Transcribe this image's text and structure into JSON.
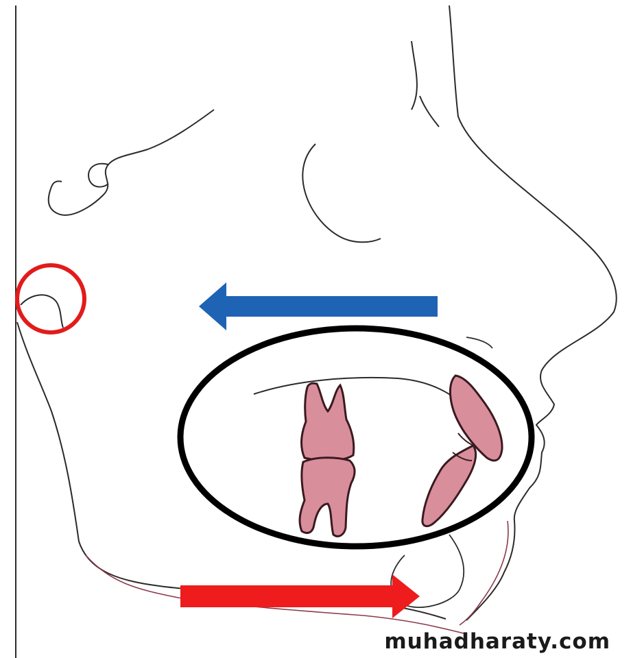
{
  "watermark": {
    "text": "muhadharaty.com"
  },
  "colors": {
    "background": "#ffffff",
    "outline": "#2a2a2a",
    "outline_secondary": "#8a3a4a",
    "tooth_fill": "#d98e9c",
    "tooth_stroke": "#3a1a20",
    "blue_arrow": "#1e63b4",
    "red_arrow": "#ee1c1c",
    "red_circle": "#e21b1b",
    "black_ellipse": "#000000"
  },
  "annotations": [
    {
      "type": "arrow",
      "color_name": "blue",
      "direction": "left"
    },
    {
      "type": "arrow",
      "color_name": "red",
      "direction": "right"
    },
    {
      "type": "circle",
      "color_name": "red"
    },
    {
      "type": "ellipse",
      "color_name": "black"
    }
  ]
}
